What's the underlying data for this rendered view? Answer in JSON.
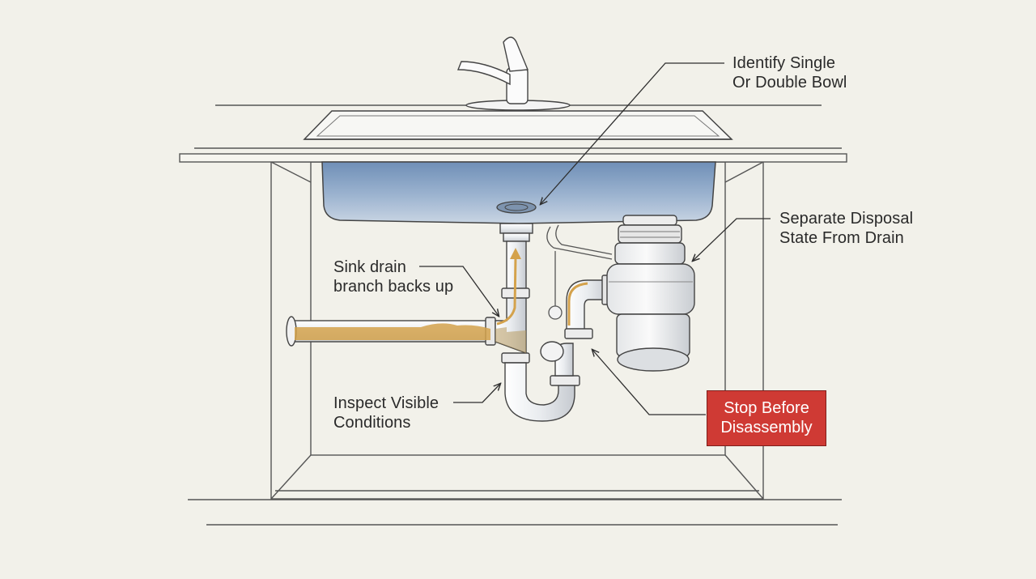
{
  "labels": {
    "identify_bowl": "Identify Single\nOr Double Bowl",
    "separate_disposal": "Separate Disposal\nState From Drain",
    "sink_drain_branch": "Sink drain\nbranch backs up",
    "inspect_conditions": "Inspect Visible\nConditions",
    "stop_disassembly": "Stop Before\nDisassembly"
  },
  "colors": {
    "background": "#f2f1ea",
    "line": "#3a3a3a",
    "basin_blue": "#8aa6c6",
    "water_amber": "#d4a24c",
    "warning_red": "#cf3a34"
  }
}
